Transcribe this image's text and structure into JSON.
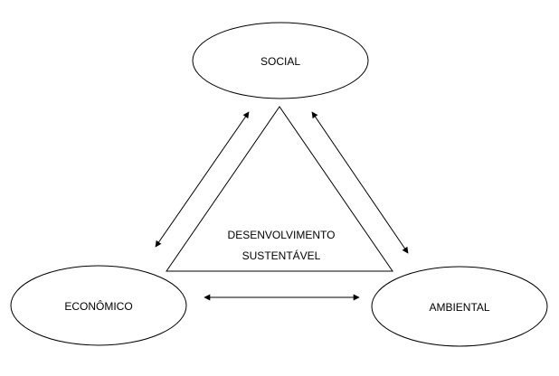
{
  "nodes": {
    "social": {
      "label": "SOCIAL"
    },
    "economico": {
      "label": "ECONÔMICO"
    },
    "ambiental": {
      "label": "AMBIENTAL"
    }
  },
  "center": {
    "line1": "DESENVOLVIMENTO",
    "line2": "SUSTENTÁVEL"
  },
  "colors": {
    "stroke": "#000000",
    "background": "#ffffff"
  }
}
